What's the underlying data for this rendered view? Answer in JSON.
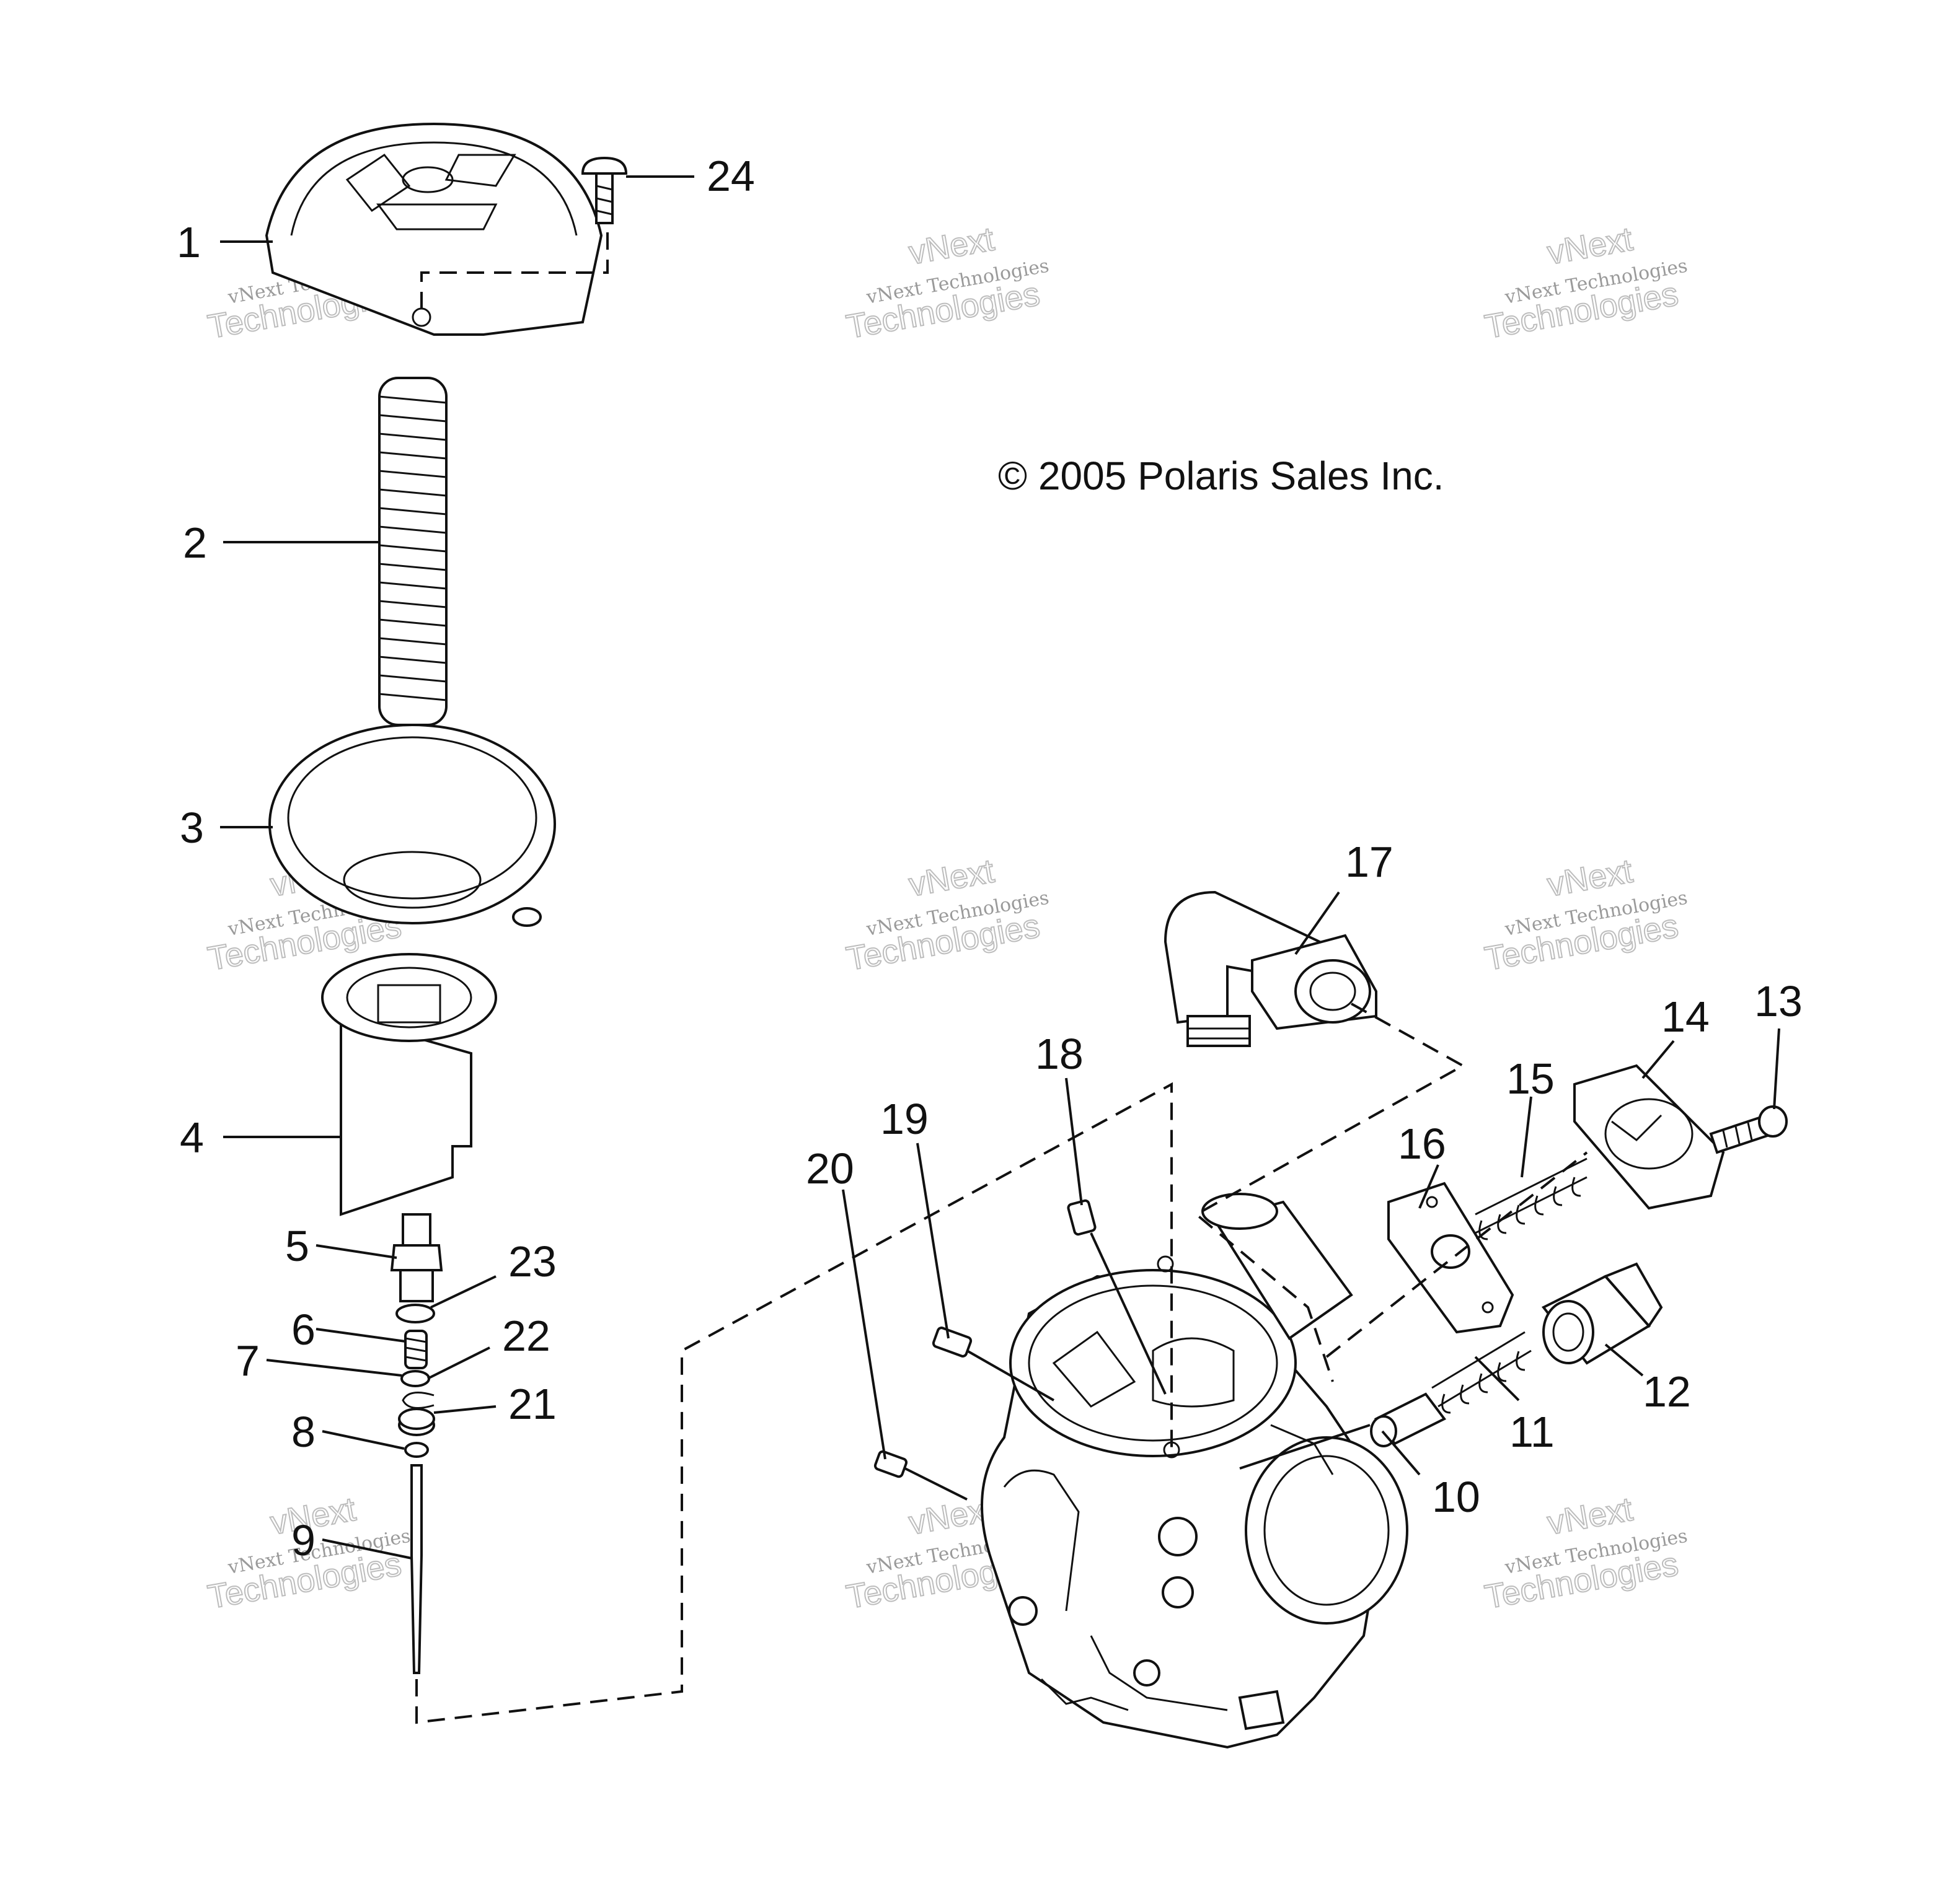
{
  "copyright": "© 2005 Polaris Sales Inc.",
  "watermark": {
    "small": "vNext Technologies",
    "big_line1": "vNext",
    "big_line2": "Technologies"
  },
  "callouts": {
    "c1": "1",
    "c2": "2",
    "c3": "3",
    "c4": "4",
    "c5": "5",
    "c6": "6",
    "c7": "7",
    "c8": "8",
    "c9": "9",
    "c10": "10",
    "c11": "11",
    "c12": "12",
    "c13": "13",
    "c14": "14",
    "c15": "15",
    "c16": "16",
    "c17": "17",
    "c18": "18",
    "c19": "19",
    "c20": "20",
    "c21": "21",
    "c22": "22",
    "c23": "23",
    "c24": "24"
  }
}
